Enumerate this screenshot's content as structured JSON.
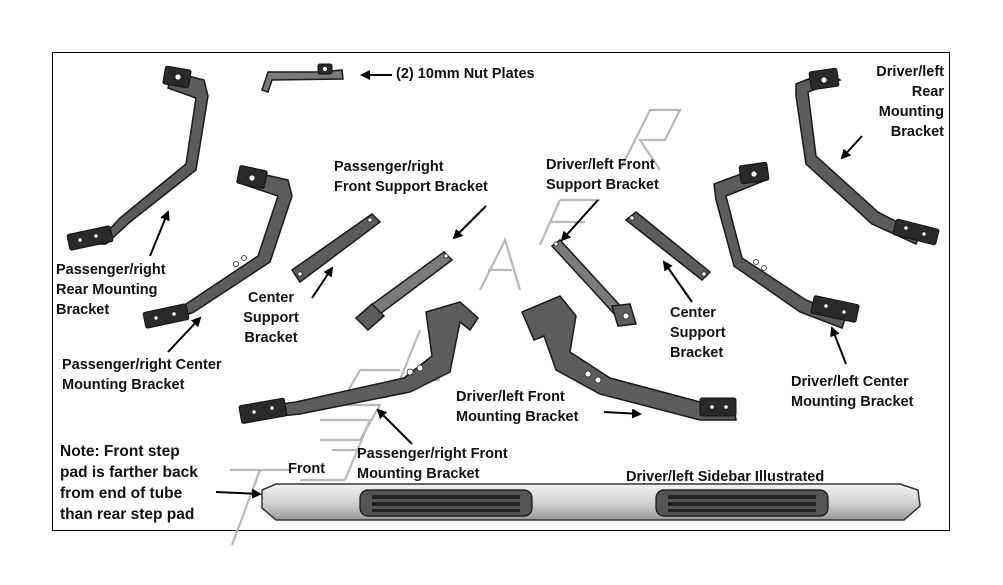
{
  "labels": {
    "nut_plates": "(2) 10mm Nut Plates",
    "pass_rear": "Passenger/right\nRear Mounting\nBracket",
    "pass_center": "Passenger/right Center\nMounting Bracket",
    "center_support_left": "Center\nSupport\nBracket",
    "pass_front_support": "Passenger/right\nFront Support Bracket",
    "driver_front_support": "Driver/left Front\nSupport Bracket",
    "center_support_right": "Center\nSupport\nBracket",
    "driver_rear": "Driver/left\nRear\nMounting\nBracket",
    "driver_center": "Driver/left Center\nMounting Bracket",
    "driver_front": "Driver/left Front\nMounting Bracket",
    "pass_front": "Passenger/right Front\nMounting Bracket",
    "note": "Note: Front step\npad is farther back\nfrom end of tube\nthan rear step pad",
    "front": "Front",
    "sidebar": "Driver/left Sidebar Illustrated"
  },
  "watermark": "TESLAFR"
}
